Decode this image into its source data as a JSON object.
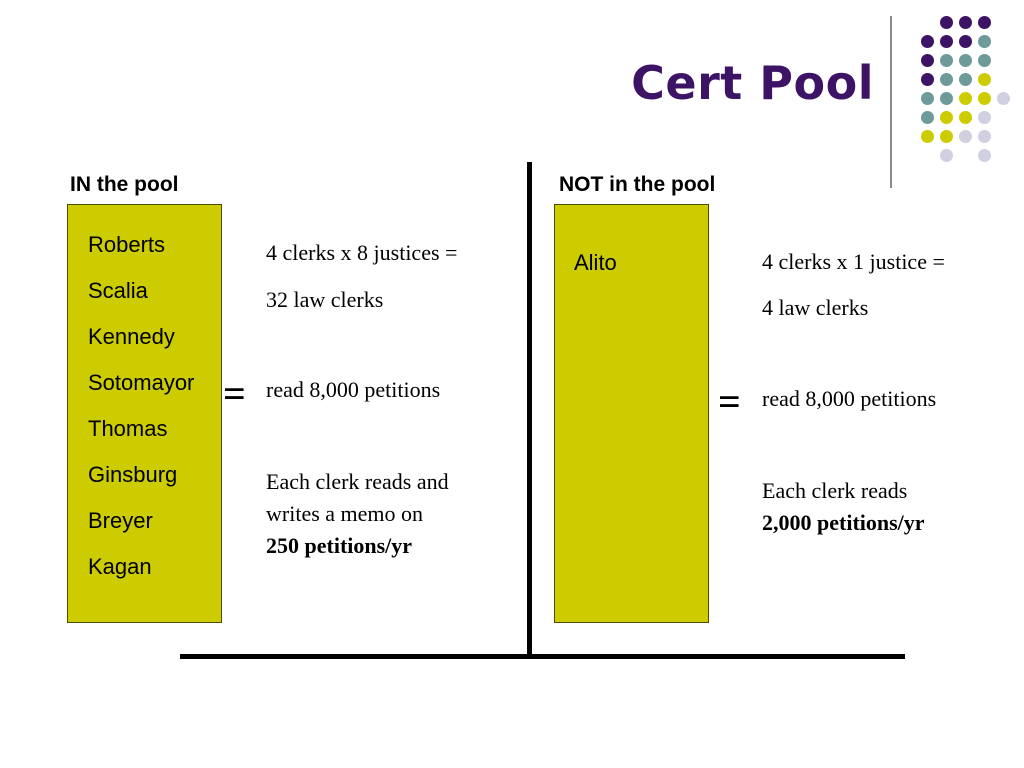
{
  "title": "Cert Pool",
  "left": {
    "heading": "IN the pool",
    "justices": [
      "Roberts",
      "Scalia",
      "Kennedy",
      "Sotomayor",
      "Thomas",
      "Ginsburg",
      "Breyer",
      "Kagan"
    ],
    "equals": "=",
    "calc_line1": "4 clerks x 8 justices =",
    "calc_line2": "32 law clerks",
    "read": "read 8,000 petitions",
    "each_line1": "Each clerk reads and",
    "each_line2": "writes a memo on",
    "each_bold": "250 petitions/yr"
  },
  "right": {
    "heading": "NOT in the pool",
    "justices": [
      "Alito"
    ],
    "equals": "=",
    "calc_line1": "4 clerks x 1 justice =",
    "calc_line2": "4 law clerks",
    "read": "read 8,000 petitions",
    "each_line1": "Each clerk reads",
    "each_bold": "2,000 petitions/yr"
  },
  "colors": {
    "title": "#3d1366",
    "box": "#cccc00",
    "dot_purple": "#3d1366",
    "dot_teal": "#6e9a9a",
    "dot_yellow": "#cccc00",
    "dot_lavender": "#d0d0e0"
  }
}
